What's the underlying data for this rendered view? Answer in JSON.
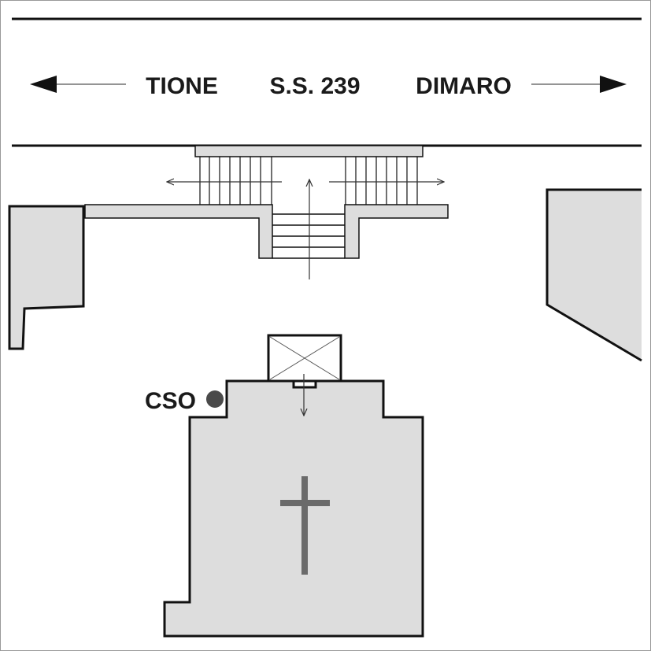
{
  "road": {
    "left_destination": "TIONE",
    "route_name": "S.S. 239",
    "right_destination": "DIMARO"
  },
  "marker": {
    "label": "CSO",
    "color": "#4a4a4a"
  },
  "symbols": {
    "church_icon": "cross-icon"
  },
  "colors": {
    "building_fill": "#dddddd",
    "outline": "#111111",
    "cross": "#6a6a6a"
  }
}
